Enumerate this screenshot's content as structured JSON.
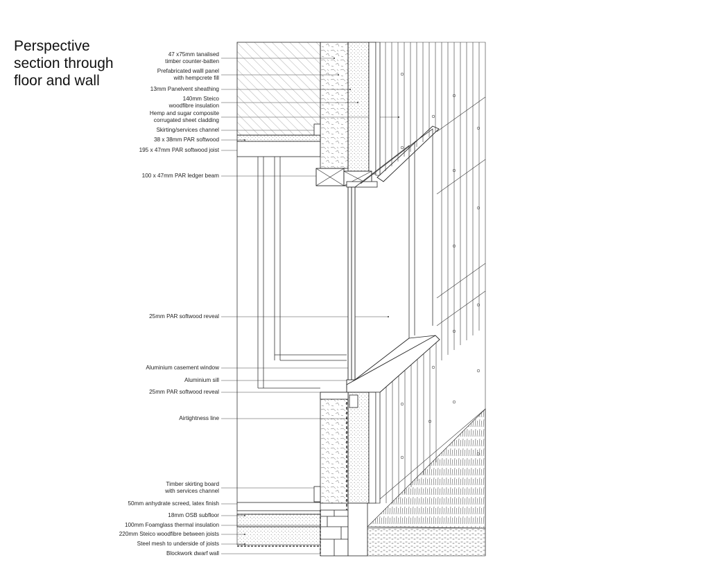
{
  "title": [
    "Perspective",
    "section through",
    "floor and wall"
  ],
  "annotations": [
    {
      "id": "counter-batten",
      "lines": [
        "47 x75mm tanalised",
        "timber counter-batten"
      ]
    },
    {
      "id": "wall-panel",
      "lines": [
        "Prefabricated walll panel",
        "with hempcrete fill"
      ]
    },
    {
      "id": "sheathing",
      "lines": [
        "13mm Panelvent sheathing"
      ]
    },
    {
      "id": "steico-insulation",
      "lines": [
        "140mm Steico",
        "woodfibre insulation"
      ]
    },
    {
      "id": "cladding",
      "lines": [
        "Hemp and sugar composite",
        "corrugated sheet cladding"
      ]
    },
    {
      "id": "skirting-upper",
      "lines": [
        "Skirting/services channel"
      ]
    },
    {
      "id": "par-softwood",
      "lines": [
        "38 x 38mm PAR softwood"
      ]
    },
    {
      "id": "joist",
      "lines": [
        "195 x 47mm PAR softwood joist"
      ]
    },
    {
      "id": "ledger-beam",
      "lines": [
        "100 x 47mm PAR ledger beam"
      ]
    },
    {
      "id": "reveal-upper",
      "lines": [
        "25mm PAR softwood reveal"
      ]
    },
    {
      "id": "casement-window",
      "lines": [
        "Aluminium casement window"
      ]
    },
    {
      "id": "sill",
      "lines": [
        "Aluminium sill"
      ]
    },
    {
      "id": "reveal-lower",
      "lines": [
        "25mm PAR softwood reveal"
      ]
    },
    {
      "id": "airtightness",
      "lines": [
        "Airtightness line"
      ]
    },
    {
      "id": "skirting-lower",
      "lines": [
        "Timber skirting board",
        "with services channel"
      ]
    },
    {
      "id": "screed",
      "lines": [
        "50mm anhydrate screed, latex finish"
      ]
    },
    {
      "id": "osb",
      "lines": [
        "18mm OSB subfloor"
      ]
    },
    {
      "id": "foamglass",
      "lines": [
        "100mm Foamglass thermal insulation"
      ]
    },
    {
      "id": "steico-joists",
      "lines": [
        "220mm Steico woodfibre  between joists"
      ]
    },
    {
      "id": "steel-mesh",
      "lines": [
        "Steel mesh to underside of joists"
      ]
    },
    {
      "id": "blockwork",
      "lines": [
        "Blockwork dwarf wall"
      ]
    }
  ]
}
